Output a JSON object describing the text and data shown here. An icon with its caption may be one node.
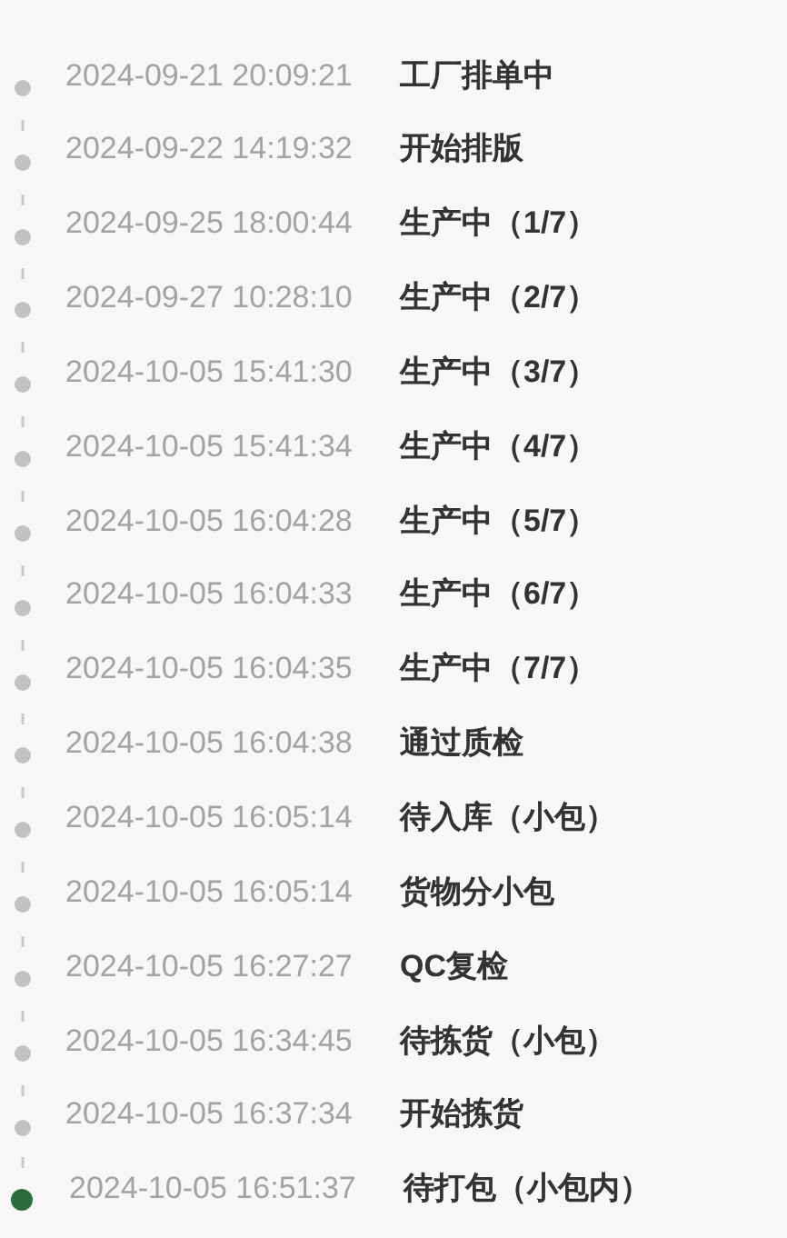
{
  "diagram": {
    "nodes": [
      {
        "text": [],
        "shape": "circle",
        "beside": [
          "2024-09-21 20:09:21",
          "工厂排单中"
        ]
      },
      {
        "text": [],
        "shape": "circle",
        "beside": [
          "2024-09-22 14:19:32",
          "开始排版"
        ]
      },
      {
        "text": [],
        "shape": "circle",
        "beside": [
          "2024-09-25 18:00:44",
          "生产中（1/7）"
        ]
      },
      {
        "text": [],
        "shape": "circle",
        "beside": [
          "2024-09-27 10:28:10",
          "生产中（2/7）"
        ]
      },
      {
        "text": [],
        "shape": "circle",
        "beside": [
          "2024-10-05 15:41:30",
          "生产中（3/7）"
        ]
      },
      {
        "text": [],
        "shape": "circle",
        "beside": [
          "2024-10-05 15:41:34",
          "生产中（4/7）"
        ]
      },
      {
        "text": [],
        "shape": "circle",
        "beside": [
          "2024-10-05 16:04:28",
          "生产中（5/7）"
        ]
      },
      {
        "text": [],
        "shape": "circle",
        "beside": [
          "2024-10-05 16:04:33",
          "生产中（6/7）"
        ]
      },
      {
        "text": [],
        "shape": "circle",
        "beside": [
          "2024-10-05 16:04:35",
          "生产中（7/7）"
        ]
      },
      {
        "text": [],
        "shape": "circle",
        "beside": [
          "2024-10-05 16:04:38",
          "通过质检"
        ]
      },
      {
        "text": [],
        "shape": "circle",
        "beside": [
          "2024-10-05 16:05:14",
          "待入库（小包）"
        ]
      },
      {
        "text": [],
        "shape": "circle",
        "beside": [
          "2024-10-05 16:05:14",
          "货物分小包"
        ]
      },
      {
        "text": [],
        "shape": "circle",
        "beside": [
          "2024-10-05 16:27:27",
          "QC复检"
        ]
      },
      {
        "text": [],
        "shape": "circle",
        "beside": [
          "2024-10-05 16:34:45",
          "待拣货（小包）"
        ]
      },
      {
        "text": [],
        "shape": "circle",
        "beside": [
          "2024-10-05 16:37:34",
          "开始拣货"
        ]
      },
      {
        "text": [],
        "shape": "circle",
        "beside": [
          "2024-10-05 16:51:37",
          "待打包（小包内）"
        ]
      }
    ],
    "edges": [
      {
        "from": 0,
        "to": 1,
        "arrow": "none",
        "style": "dashed"
      },
      {
        "from": 1,
        "to": 2,
        "arrow": "none",
        "style": "dashed"
      },
      {
        "from": 2,
        "to": 3,
        "arrow": "none",
        "style": "dashed"
      },
      {
        "from": 3,
        "to": 4,
        "arrow": "none",
        "style": "dashed"
      },
      {
        "from": 4,
        "to": 5,
        "arrow": "none",
        "style": "dashed"
      },
      {
        "from": 5,
        "to": 6,
        "arrow": "none",
        "style": "dashed"
      },
      {
        "from": 6,
        "to": 7,
        "arrow": "none",
        "style": "dashed"
      },
      {
        "from": 7,
        "to": 8,
        "arrow": "none",
        "style": "dashed"
      },
      {
        "from": 8,
        "to": 9,
        "arrow": "none",
        "style": "dashed"
      },
      {
        "from": 9,
        "to": 10,
        "arrow": "none",
        "style": "dashed"
      },
      {
        "from": 10,
        "to": 11,
        "arrow": "none",
        "style": "dashed"
      },
      {
        "from": 11,
        "to": 12,
        "arrow": "none",
        "style": "dashed"
      },
      {
        "from": 12,
        "to": 13,
        "arrow": "none",
        "style": "dashed"
      },
      {
        "from": 13,
        "to": 14,
        "arrow": "none",
        "style": "dashed"
      },
      {
        "from": 14,
        "to": 15,
        "arrow": "none",
        "style": "dashed"
      }
    ]
  }
}
